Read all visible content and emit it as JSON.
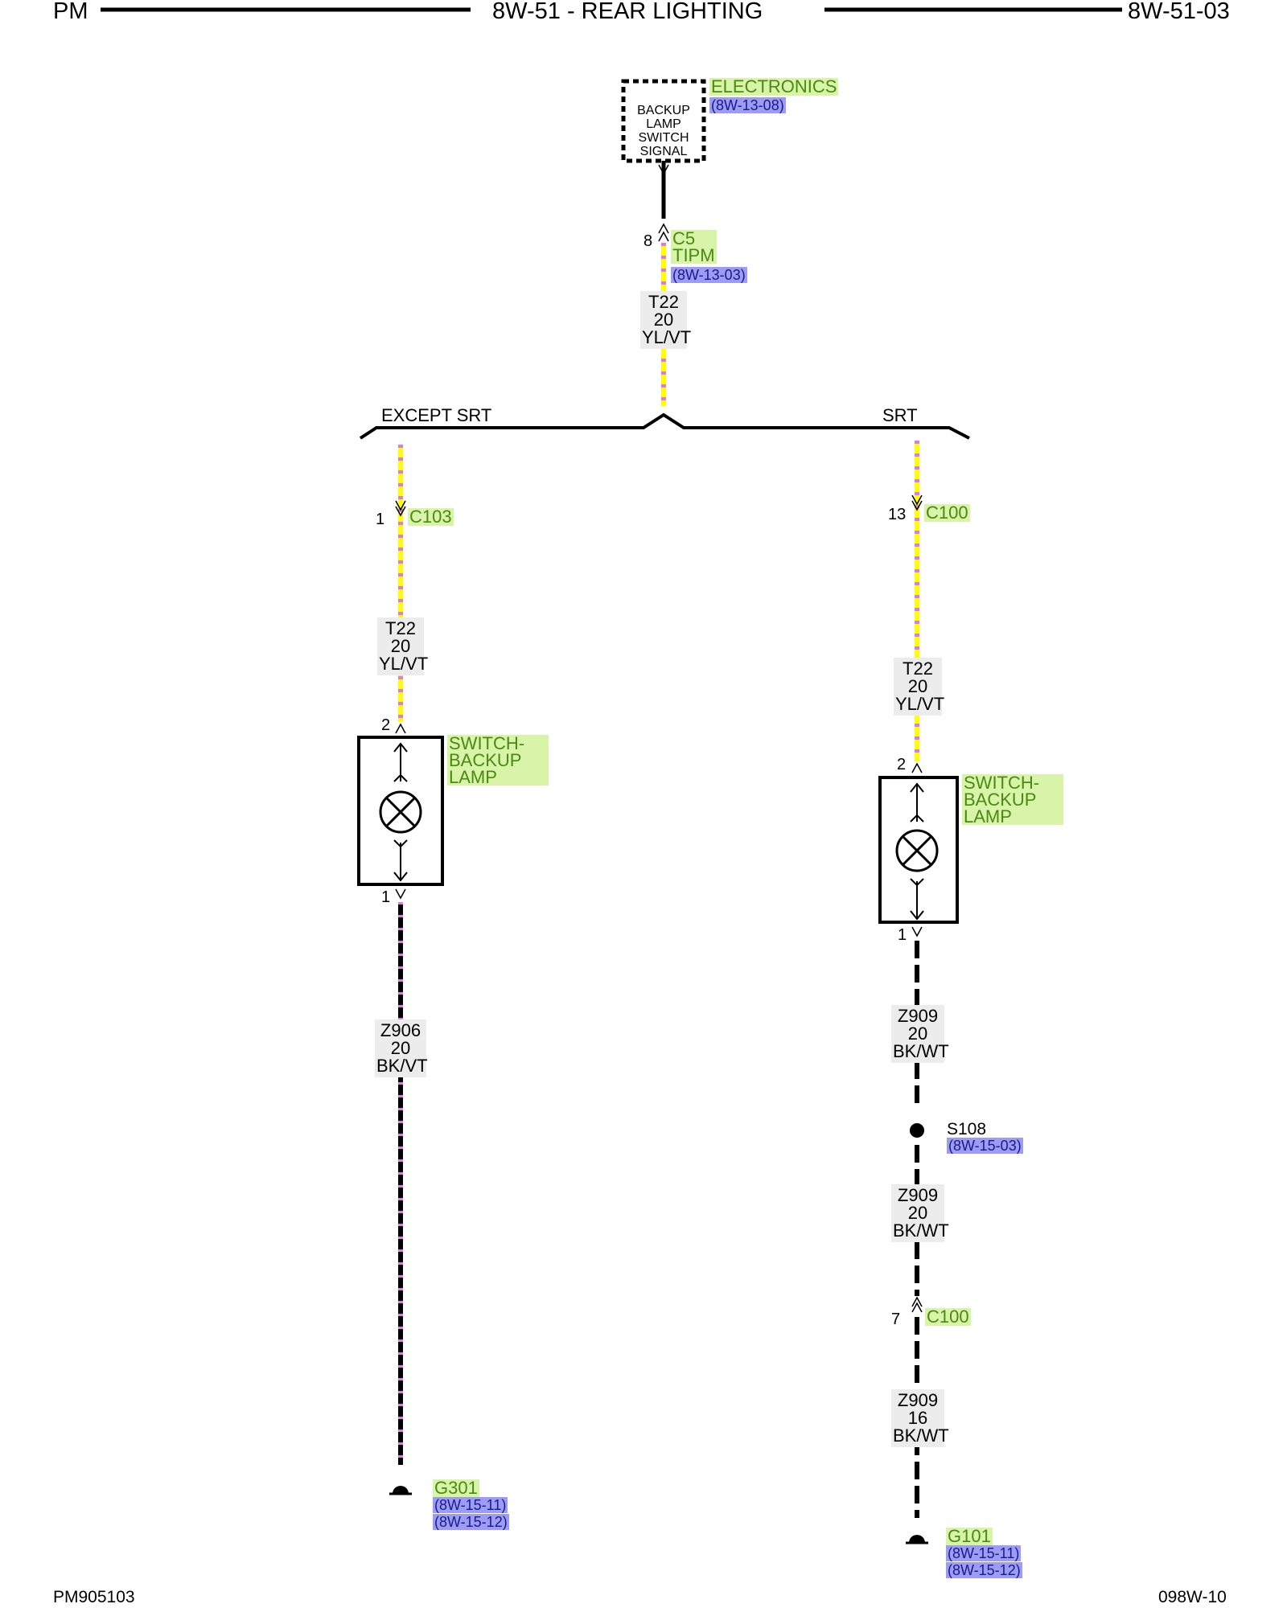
{
  "header": {
    "left": "PM",
    "title": "8W-51 - REAR LIGHTING",
    "right": "8W-51-03"
  },
  "footer": {
    "left": "PM905103",
    "right": "098W-10"
  },
  "module": {
    "box_lines": [
      "BACKUP",
      "LAMP",
      "SWITCH",
      "SIGNAL"
    ],
    "name": "ELECTRONICS",
    "ref": "(8W-13-08)"
  },
  "c5": {
    "pin": "8",
    "name_line1": "C5",
    "name_line2": "TIPM",
    "ref": "(8W-13-03)"
  },
  "wire_top": {
    "circuit": "T22",
    "gauge": "20",
    "color": "YL/VT"
  },
  "branches": {
    "left": "EXCEPT SRT",
    "right": "SRT"
  },
  "left": {
    "conn": {
      "pin": "1",
      "name": "C103"
    },
    "wire1": {
      "circuit": "T22",
      "gauge": "20",
      "color": "YL/VT"
    },
    "switch": {
      "pin_top": "2",
      "pin_bottom": "1",
      "name_line1": "SWITCH-",
      "name_line2": "BACKUP",
      "name_line3": "LAMP"
    },
    "wire2": {
      "circuit": "Z906",
      "gauge": "20",
      "color": "BK/VT"
    },
    "ground": {
      "name": "G301",
      "ref1": "(8W-15-11)",
      "ref2": "(8W-15-12)"
    }
  },
  "right": {
    "conn": {
      "pin": "13",
      "name": "C100"
    },
    "wire1": {
      "circuit": "T22",
      "gauge": "20",
      "color": "YL/VT"
    },
    "switch": {
      "pin_top": "2",
      "pin_bottom": "1",
      "name_line1": "SWITCH-",
      "name_line2": "BACKUP",
      "name_line3": "LAMP"
    },
    "wire2": {
      "circuit": "Z909",
      "gauge": "20",
      "color": "BK/WT"
    },
    "splice": {
      "name": "S108",
      "ref": "(8W-15-03)"
    },
    "wire3": {
      "circuit": "Z909",
      "gauge": "20",
      "color": "BK/WT"
    },
    "conn2": {
      "pin": "7",
      "name": "C100"
    },
    "wire4": {
      "circuit": "Z909",
      "gauge": "16",
      "color": "BK/WT"
    },
    "ground": {
      "name": "G101",
      "ref1": "(8W-15-11)",
      "ref2": "(8W-15-12)"
    }
  },
  "colors": {
    "yellow": "#ffff00",
    "violet": "#e07ae0",
    "black": "#000000",
    "white": "#ffffff"
  }
}
